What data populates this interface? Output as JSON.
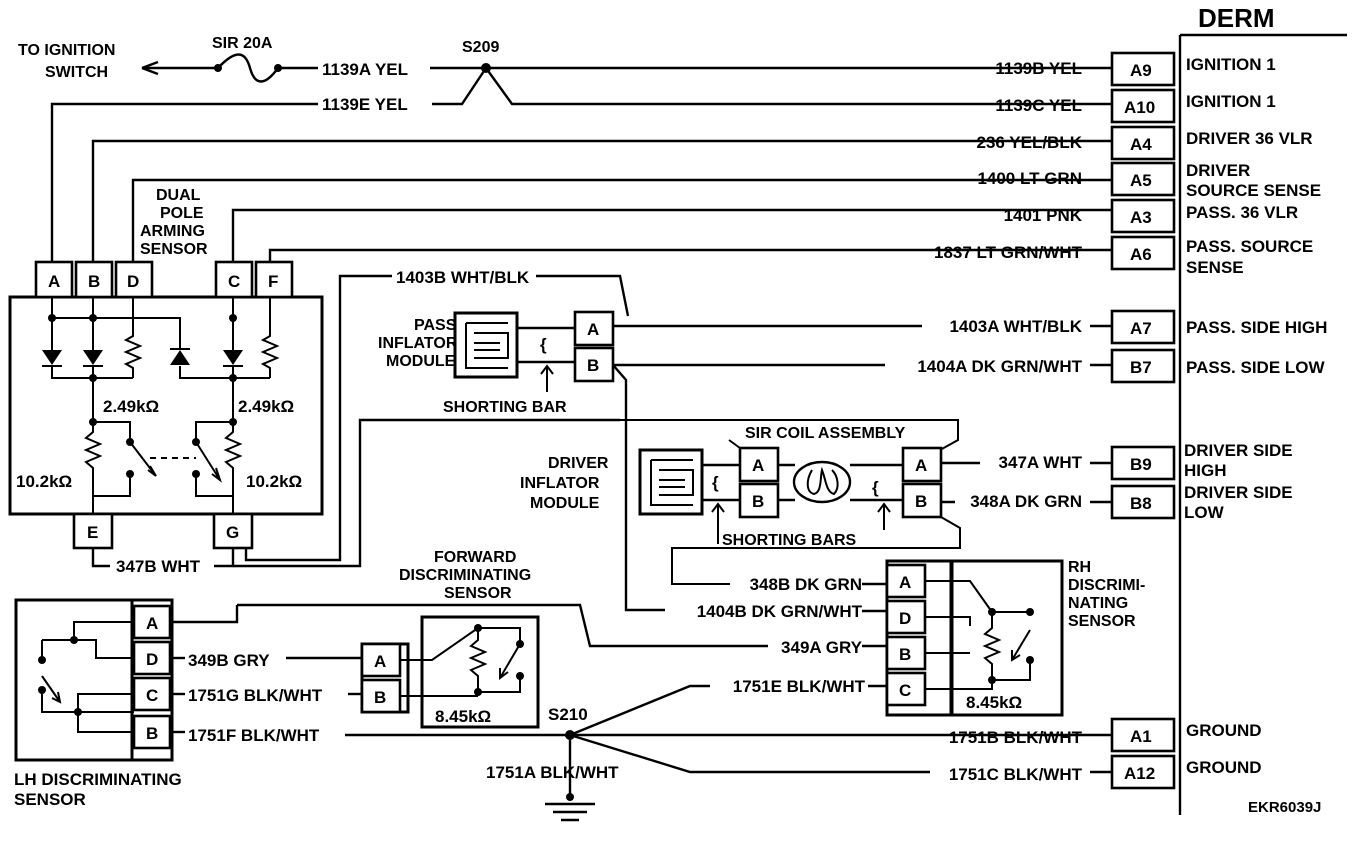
{
  "derm": {
    "title": "DERM",
    "pins": [
      {
        "pin": "A9",
        "circuit": "1139B YEL",
        "function": [
          "IGNITION 1"
        ]
      },
      {
        "pin": "A10",
        "circuit": "1139C YEL",
        "function": [
          "IGNITION 1"
        ]
      },
      {
        "pin": "A4",
        "circuit": "236 YEL/BLK",
        "function": [
          "DRIVER 36 VLR"
        ]
      },
      {
        "pin": "A5",
        "circuit": "1400 LT GRN",
        "function": [
          "DRIVER",
          "SOURCE SENSE"
        ]
      },
      {
        "pin": "A3",
        "circuit": "1401 PNK",
        "function": [
          "PASS. 36 VLR"
        ]
      },
      {
        "pin": "A6",
        "circuit": "1837 LT GRN/WHT",
        "function": [
          "PASS. SOURCE",
          "SENSE"
        ]
      },
      {
        "pin": "A7",
        "circuit": "1403A WHT/BLK",
        "function": [
          "PASS. SIDE HIGH"
        ]
      },
      {
        "pin": "B7",
        "circuit": "1404A DK GRN/WHT",
        "function": [
          "PASS. SIDE LOW"
        ]
      },
      {
        "pin": "B9",
        "circuit": "347A WHT",
        "function": [
          "DRIVER SIDE",
          "HIGH"
        ]
      },
      {
        "pin": "B8",
        "circuit": "348A DK GRN",
        "function": [
          "DRIVER SIDE",
          "LOW"
        ]
      },
      {
        "pin": "A1",
        "circuit": "1751B BLK/WHT",
        "function": [
          "GROUND"
        ]
      },
      {
        "pin": "A12",
        "circuit": "1751C BLK/WHT",
        "function": [
          "GROUND"
        ]
      }
    ]
  },
  "ignition": {
    "label_line1": "TO IGNITION",
    "label_line2": "SWITCH",
    "fuse": "SIR 20A",
    "circuit_1139a": "1139A YEL",
    "circuit_1139e": "1139E YEL",
    "splice": "S209"
  },
  "arming_sensor": {
    "name": [
      "DUAL",
      "POLE",
      "ARMING",
      "SENSOR"
    ],
    "pins": [
      "A",
      "B",
      "D",
      "C",
      "F",
      "E",
      "G"
    ],
    "resistor_249_left": "2.49kΩ",
    "resistor_249_right": "2.49kΩ",
    "resistor_102_left": "10.2kΩ",
    "resistor_102_right": "10.2kΩ",
    "circuit_347b": "347B WHT"
  },
  "pass_inflator": {
    "name": [
      "PASS.",
      "INFLATOR",
      "MODULE"
    ],
    "pins": [
      "A",
      "B"
    ],
    "circuit_1403b": "1403B WHT/BLK",
    "shorting_bar": "SHORTING BAR"
  },
  "driver_inflator": {
    "name": [
      "DRIVER",
      "INFLATOR",
      "MODULE"
    ],
    "pins": [
      "A",
      "B"
    ],
    "coil": "SIR COIL ASSEMBLY",
    "coil_pins": [
      "A",
      "B"
    ],
    "shorting_bars": "SHORTING BARS"
  },
  "rh_sensor": {
    "name": [
      "RH",
      "DISCRIMI-",
      "NATING",
      "SENSOR"
    ],
    "pins": [
      "A",
      "D",
      "B",
      "C"
    ],
    "resistor": "8.45kΩ",
    "circuit_348b": "348B DK GRN",
    "circuit_1404b": "1404B DK GRN/WHT",
    "circuit_349a": "349A GRY",
    "circuit_1751e": "1751E BLK/WHT"
  },
  "forward_sensor": {
    "name": [
      "FORWARD",
      "DISCRIMINATING",
      "SENSOR"
    ],
    "pins": [
      "A",
      "B"
    ],
    "resistor": "8.45kΩ"
  },
  "lh_sensor": {
    "name": [
      "LH DISCRIMINATING",
      "SENSOR"
    ],
    "pins": [
      "A",
      "D",
      "C",
      "B"
    ],
    "circuit_349b": "349B GRY",
    "circuit_1751g": "1751G BLK/WHT",
    "circuit_1751f": "1751F BLK/WHT"
  },
  "ground": {
    "splice": "S210",
    "circuit_1751a": "1751A BLK/WHT"
  },
  "figure_id": "EKR6039J"
}
